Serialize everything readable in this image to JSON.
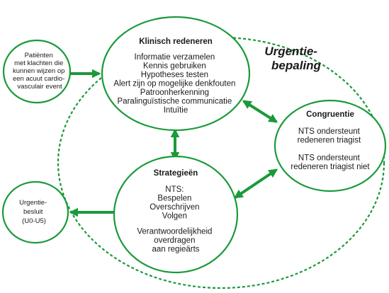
{
  "colors": {
    "accent": "#1a9a3a",
    "text": "#1a1a1a",
    "background": "#ffffff"
  },
  "region": {
    "label_line1": "Urgentie-",
    "label_line2": "bepaling"
  },
  "patients": {
    "lines": [
      "Patiënten",
      "met klachten die",
      "kunnen wijzen op",
      "een acuut cardio-",
      "vasculair event"
    ]
  },
  "klinisch": {
    "title": "Klinisch redeneren",
    "lines": [
      "Informatie verzamelen",
      "Kennis gebruiken",
      "Hypotheses testen",
      "Alert zijn op mogelijke denkfouten",
      "Patroonherkenning",
      "Paralinguïstische communicatie",
      "Intuïtie"
    ]
  },
  "congruentie": {
    "title": "Congruentie",
    "lines": [
      "NTS ondersteunt",
      "redeneren triagist",
      "NTS ondersteunt",
      "redeneren triagist niet"
    ]
  },
  "strategieen": {
    "title": "Strategieën",
    "lines": [
      "NTS:",
      "Bespelen",
      "Overschrijven",
      "Volgen",
      "Verantwoordelijkheid",
      "overdragen",
      "aan regieärts"
    ]
  },
  "besluit": {
    "lines": [
      "Urgentie-",
      "besluit",
      "(U0-U5)"
    ]
  }
}
